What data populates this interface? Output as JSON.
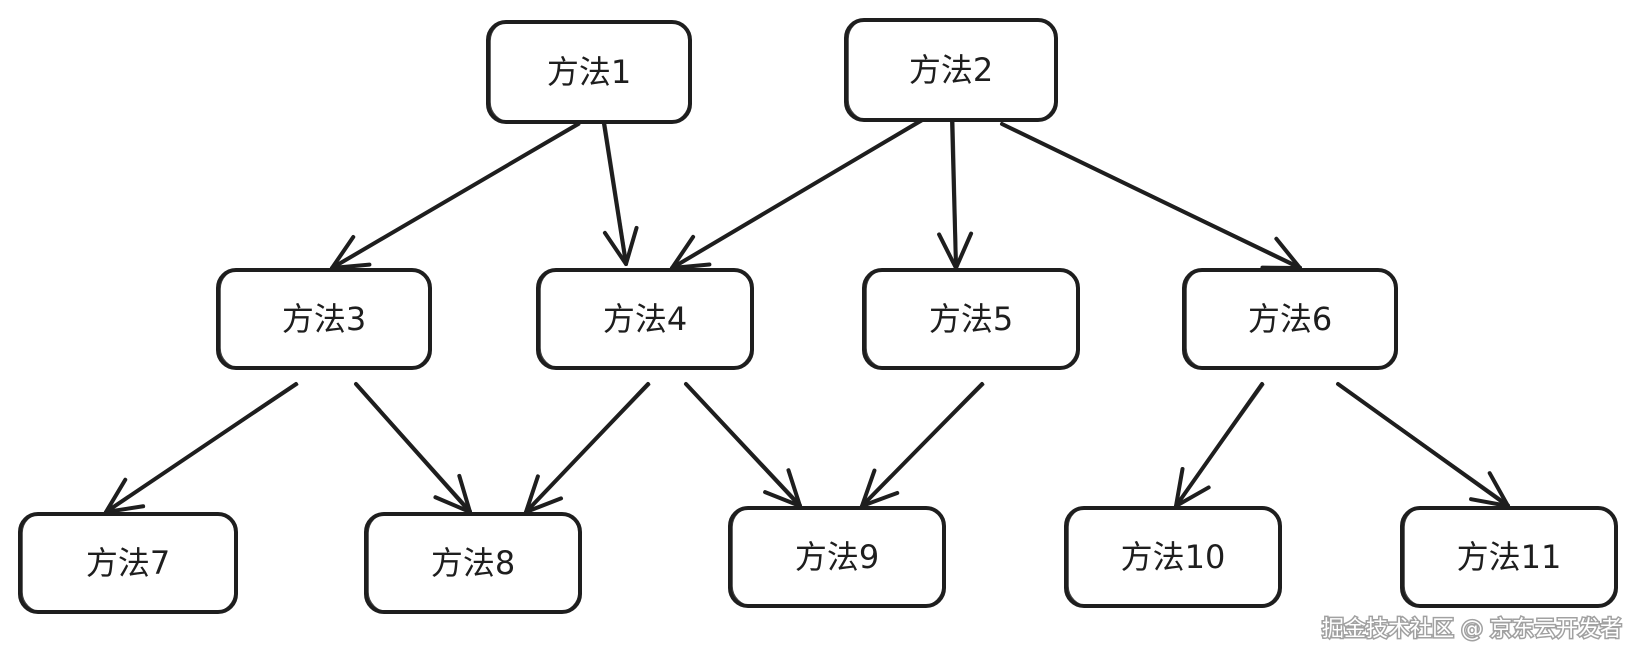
{
  "diagram": {
    "nodes": [
      {
        "id": "n1",
        "label": "方法1"
      },
      {
        "id": "n2",
        "label": "方法2"
      },
      {
        "id": "n3",
        "label": "方法3"
      },
      {
        "id": "n4",
        "label": "方法4"
      },
      {
        "id": "n5",
        "label": "方法5"
      },
      {
        "id": "n6",
        "label": "方法6"
      },
      {
        "id": "n7",
        "label": "方法7"
      },
      {
        "id": "n8",
        "label": "方法8"
      },
      {
        "id": "n9",
        "label": "方法9"
      },
      {
        "id": "n10",
        "label": "方法10"
      },
      {
        "id": "n11",
        "label": "方法11"
      }
    ],
    "edges": [
      {
        "from": "n1",
        "to": "n3"
      },
      {
        "from": "n1",
        "to": "n4"
      },
      {
        "from": "n2",
        "to": "n4"
      },
      {
        "from": "n2",
        "to": "n5"
      },
      {
        "from": "n2",
        "to": "n6"
      },
      {
        "from": "n3",
        "to": "n7"
      },
      {
        "from": "n3",
        "to": "n8"
      },
      {
        "from": "n4",
        "to": "n8"
      },
      {
        "from": "n4",
        "to": "n9"
      },
      {
        "from": "n5",
        "to": "n9"
      },
      {
        "from": "n6",
        "to": "n10"
      },
      {
        "from": "n6",
        "to": "n11"
      }
    ]
  },
  "watermark": "掘金技术社区 @ 京东云开发者",
  "colors": {
    "stroke": "#1e1e1e",
    "background": "#ffffff",
    "watermark": "#ffffff"
  }
}
